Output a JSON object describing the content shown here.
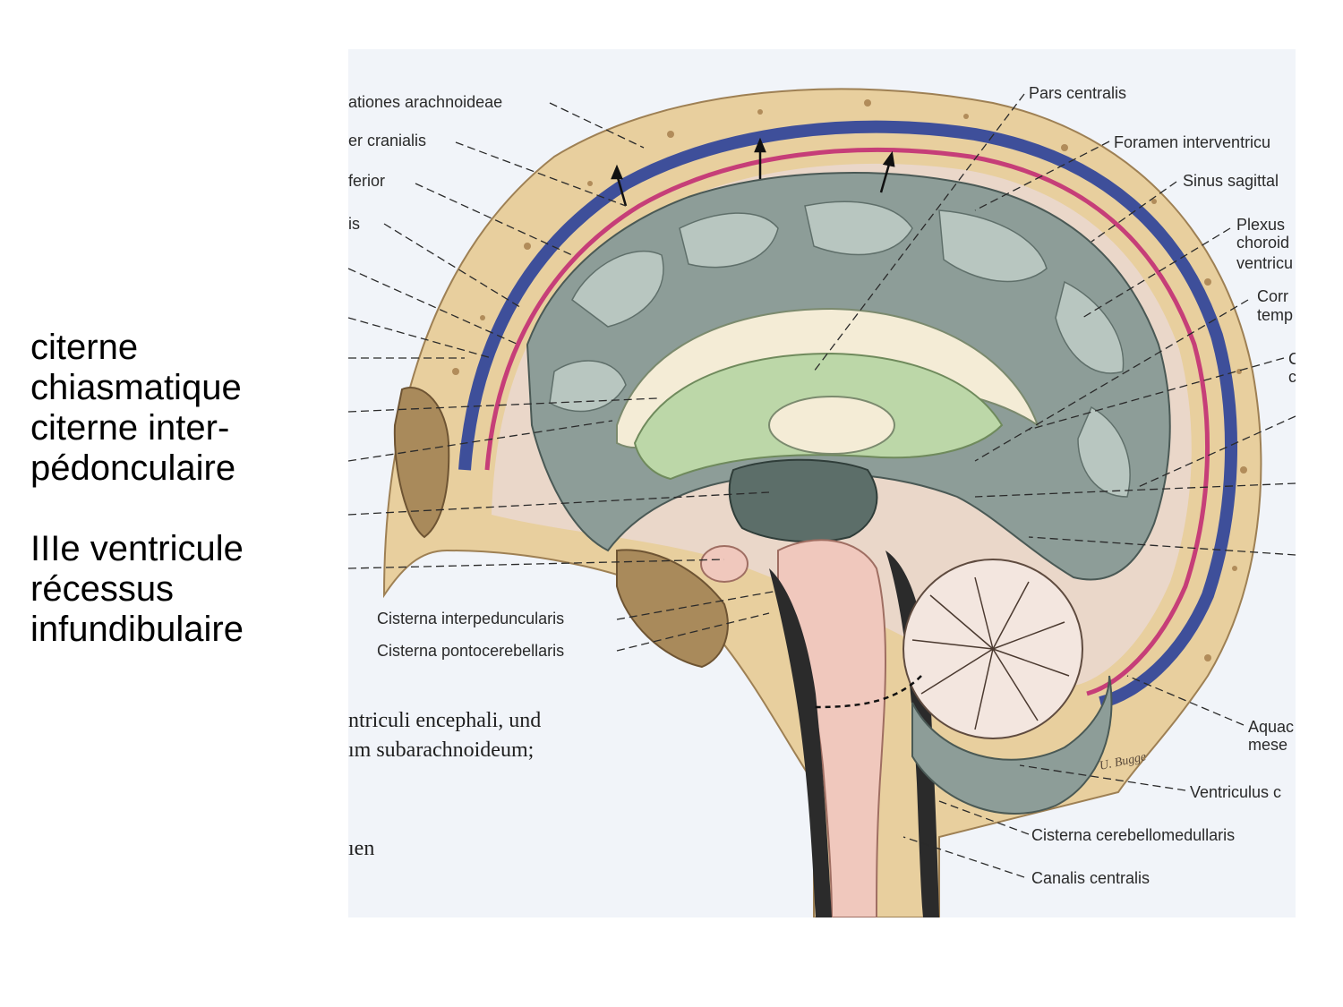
{
  "side_text": {
    "lines": [
      "citerne",
      "chiasmatique",
      "citerne inter-",
      "pédonculaire",
      "",
      "IIIe ventricule",
      "récessus",
      "infundibulaire"
    ]
  },
  "figure": {
    "labels_top_left": [
      "ationes arachnoideae",
      "er cranialis",
      "ferior",
      "is"
    ],
    "labels_right": [
      "Pars centralis",
      "Foramen interventricu",
      "Sinus sagittal",
      "Plexus",
      "choroid",
      "ventricu",
      "Corr",
      "temp",
      "C",
      "c",
      "Aquac",
      "mese",
      "Ventriculus c",
      "Cisterna cerebellomedullaris",
      "Canalis centralis"
    ],
    "labels_bottom_left": [
      "Cisterna interpeduncularis",
      "Cisterna pontocerebellaris"
    ],
    "caption_lines": [
      "ntriculi encephali, und",
      "ım subarachnoideum;",
      "ıen"
    ],
    "signature": "U. Bugge",
    "colors": {
      "bone": "#e8cf9e",
      "bone_dark": "#a98a5b",
      "dura_blue": "#3e4f9a",
      "arachnoid_pink": "#c63e78",
      "brain_gray": "#8d9d98",
      "brain_light": "#b8c6c0",
      "ventricle_green": "#bcd7a8",
      "csf_space": "#e9c9b4",
      "brainstem_pink": "#f0c8bd",
      "cerebellum": "#f3e6df",
      "background": "#f1f4f9"
    }
  }
}
